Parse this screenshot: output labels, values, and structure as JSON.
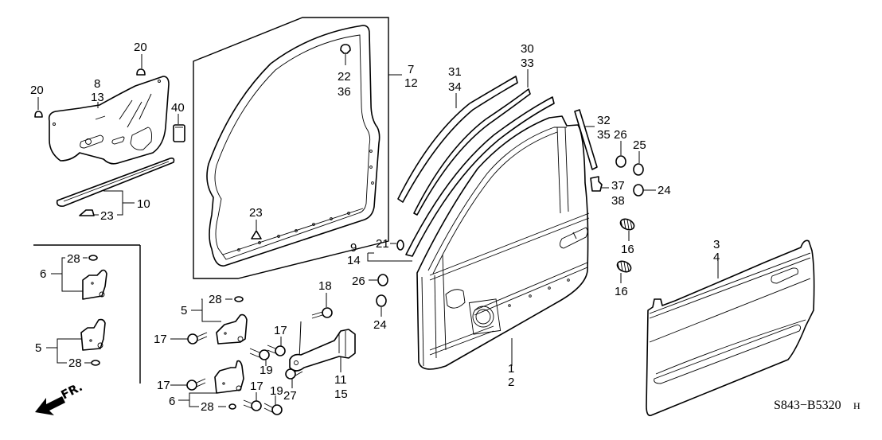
{
  "diagram": {
    "title": "Front Door Panel Assembly (Exploded View)",
    "diagram_code": "S843−B5320",
    "diagram_code_suffix": "H",
    "direction_indicator": "FR.",
    "callouts": {
      "c20a": "20",
      "c20b": "20",
      "c8": "8",
      "c13": "13",
      "c40": "40",
      "c10": "10",
      "c23a": "23",
      "c23b": "23",
      "c7": "7",
      "c12": "12",
      "c22": "22",
      "c36": "36",
      "c31": "31",
      "c34": "34",
      "c30": "30",
      "c33": "33",
      "c32": "32",
      "c35": "35",
      "c26a": "26",
      "c25": "25",
      "c24a": "24",
      "c37": "37",
      "c38": "38",
      "c16a": "16",
      "c16b": "16",
      "c9": "9",
      "c14": "14",
      "c21": "21",
      "c26b": "26",
      "c24b": "24",
      "c3": "3",
      "c4": "4",
      "c1": "1",
      "c2": "2",
      "c18": "18",
      "c11": "11",
      "c15": "15",
      "c17a": "17",
      "c17b": "17",
      "c17c": "17",
      "c17d": "17",
      "c19a": "19",
      "c19b": "19",
      "c27": "27",
      "c5a": "5",
      "c5b": "5",
      "c6a": "6",
      "c6b": "6",
      "c28a": "28",
      "c28b": "28",
      "c28c": "28",
      "c28d": "28"
    },
    "parts": [
      {
        "ref": "1",
        "name": "door-skin-inner-panel"
      },
      {
        "ref": "2",
        "name": "door-skin-inner-panel"
      },
      {
        "ref": "3",
        "name": "door-outer-skin"
      },
      {
        "ref": "4",
        "name": "door-outer-skin"
      },
      {
        "ref": "5",
        "name": "door-hinge-upper"
      },
      {
        "ref": "6",
        "name": "door-hinge-lower"
      },
      {
        "ref": "7",
        "name": "door-weatherstrip"
      },
      {
        "ref": "8",
        "name": "hole-seal"
      },
      {
        "ref": "9",
        "name": "sash-molding"
      },
      {
        "ref": "10",
        "name": "door-sill-trim"
      },
      {
        "ref": "11",
        "name": "door-checker"
      },
      {
        "ref": "16",
        "name": "grommet"
      },
      {
        "ref": "17",
        "name": "bolt"
      },
      {
        "ref": "18",
        "name": "bolt"
      },
      {
        "ref": "19",
        "name": "bolt"
      },
      {
        "ref": "20",
        "name": "clip"
      },
      {
        "ref": "21",
        "name": "clip"
      },
      {
        "ref": "22",
        "name": "clip"
      },
      {
        "ref": "23",
        "name": "clip"
      },
      {
        "ref": "24",
        "name": "seal"
      },
      {
        "ref": "25",
        "name": "seal"
      },
      {
        "ref": "26",
        "name": "seal"
      },
      {
        "ref": "27",
        "name": "bolt"
      },
      {
        "ref": "28",
        "name": "nut"
      },
      {
        "ref": "30",
        "name": "channel-seal"
      },
      {
        "ref": "31",
        "name": "run-channel"
      },
      {
        "ref": "32",
        "name": "garnish"
      },
      {
        "ref": "37",
        "name": "garnish-seal"
      },
      {
        "ref": "40",
        "name": "pad"
      }
    ]
  }
}
